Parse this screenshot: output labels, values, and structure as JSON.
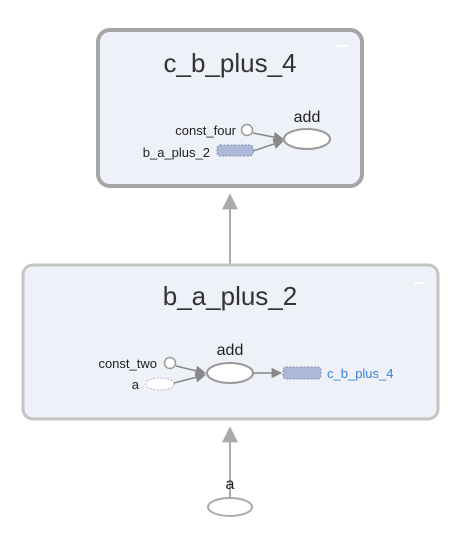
{
  "outer_group": {
    "title": "c_b_plus_4",
    "collapse_icon": "minus-icon",
    "inputs": [
      "const_four",
      "b_a_plus_2"
    ],
    "op": "add"
  },
  "inner_group": {
    "title": "b_a_plus_2",
    "collapse_icon": "minus-icon",
    "inputs": [
      "const_two",
      "a"
    ],
    "op": "add",
    "output_ref": "c_b_plus_4"
  },
  "external_input": "a",
  "colors": {
    "group_fill": "#eef1f8",
    "group_border_outer": "#a5a5a5",
    "group_border_inner": "#c4c4c4",
    "edge": "#aaaaaa",
    "dashed_node_fill": "#aeb9d9",
    "link": "#3b82d6"
  }
}
